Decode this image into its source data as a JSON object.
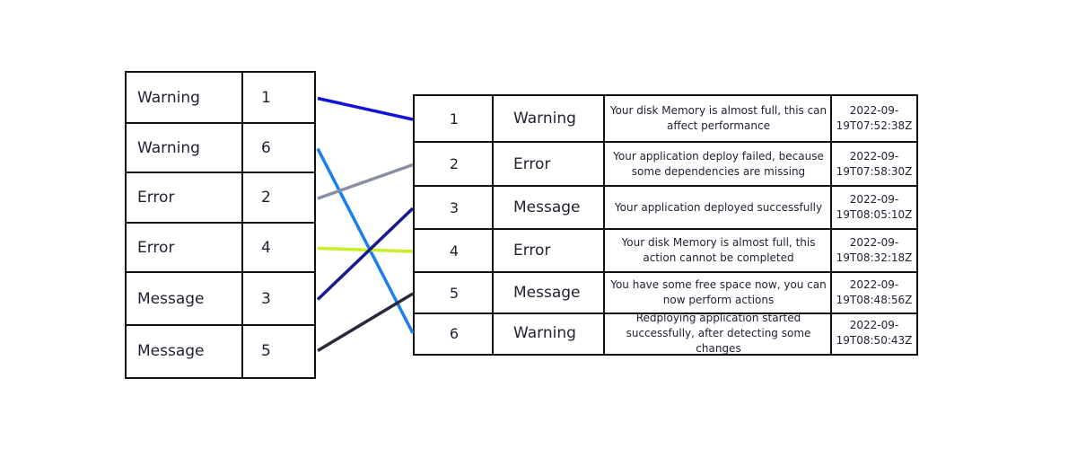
{
  "left_table": {
    "rows": [
      {
        "label": "Warning",
        "id": "1"
      },
      {
        "label": "Warning",
        "id": "6"
      },
      {
        "label": "Error",
        "id": "2"
      },
      {
        "label": "Error",
        "id": "4"
      },
      {
        "label": "Message",
        "id": "3"
      },
      {
        "label": "Message",
        "id": "5"
      }
    ]
  },
  "right_table": {
    "rows": [
      {
        "id": "1",
        "label": "Warning",
        "message": "Your disk Memory is almost full, this can affect performance",
        "timestamp": "2022-09-19T07:52:38Z"
      },
      {
        "id": "2",
        "label": "Error",
        "message": "Your application deploy failed, because some dependencies are missing",
        "timestamp": "2022-09-19T07:58:30Z"
      },
      {
        "id": "3",
        "label": "Message",
        "message": "Your application deployed successfully",
        "timestamp": "2022-09-19T08:05:10Z"
      },
      {
        "id": "4",
        "label": "Error",
        "message": "Your disk Memory is almost full, this action cannot be completed",
        "timestamp": "2022-09-19T08:32:18Z"
      },
      {
        "id": "5",
        "label": "Message",
        "message": "You have some free space now, you can now perform actions",
        "timestamp": "2022-09-19T08:48:56Z"
      },
      {
        "id": "6",
        "label": "Warning",
        "message": "Redploying application started successfully, after detecting some changes",
        "timestamp": "2022-09-19T08:50:43Z"
      }
    ]
  },
  "links": [
    {
      "from_id": "1",
      "to_id": "1",
      "color": "#1313d6"
    },
    {
      "from_id": "6",
      "to_id": "6",
      "color": "#1a7ef0"
    },
    {
      "from_id": "2",
      "to_id": "2",
      "color": "#8a8ea3"
    },
    {
      "from_id": "4",
      "to_id": "4",
      "color": "#c8f024"
    },
    {
      "from_id": "3",
      "to_id": "3",
      "color": "#181890"
    },
    {
      "from_id": "5",
      "to_id": "5",
      "color": "#2a2a3e"
    }
  ]
}
